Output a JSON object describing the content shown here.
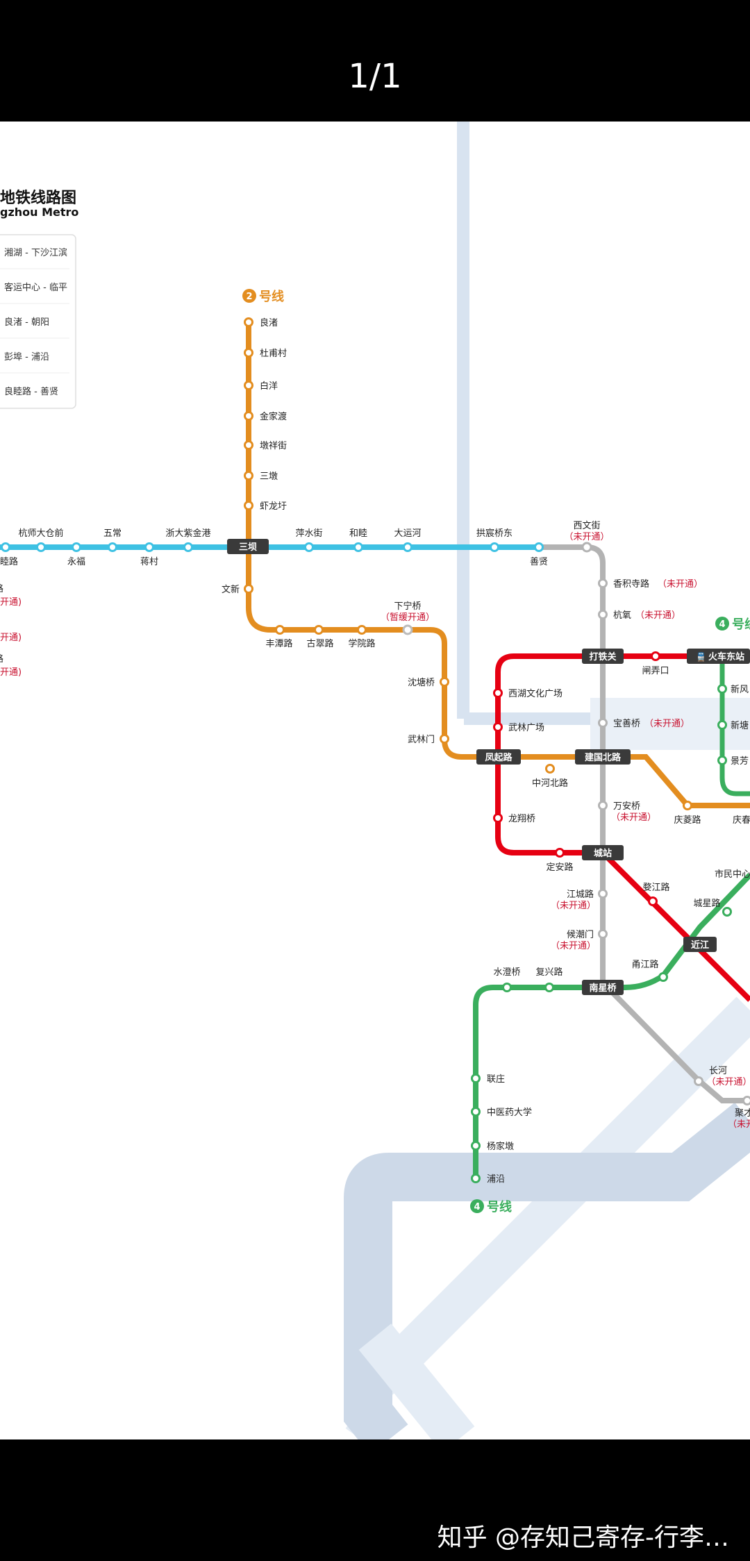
{
  "viewer": {
    "counter": "1/1"
  },
  "watermark": "知乎 @存知己寄存-行李…",
  "map": {
    "title": "地铁线路图",
    "subtitle": "gzhou Metro",
    "legend": [
      "湘湖 - 下沙江滨",
      "客运中心 - 临平",
      "良渚 - 朝阳",
      "彭埠 - 浦沿",
      "良睦路 - 善贤"
    ],
    "line2_label": "号线",
    "line4_label": "号线",
    "line2_num": "2",
    "line4_num": "4",
    "line4_num_right": "4",
    "line4_label_right": "号线",
    "stations": {
      "liangzhu": "良渚",
      "duyucun": "杜甫村",
      "baiyang": "白洋",
      "jinjiadu": "金家渡",
      "dunxiangjie": "墩祥街",
      "sandun": "三墩",
      "xialongyu": "虾龙圩",
      "hangshi": "杭师大仓前",
      "wuchang": "五常",
      "zheda": "浙大紫金港",
      "yongfu": "永福",
      "jiangcun": "蒋村",
      "sanba": "三坝",
      "pingshuijie": "萍水街",
      "hemu": "和睦",
      "dayunhe": "大运河",
      "gongchenqiao": "拱宸桥东",
      "shanxian": "善贤",
      "xiwenjie": "西文街",
      "wenxin": "文新",
      "fengtanlu": "丰潭路",
      "gucuilu": "古翠路",
      "xueyuanlu": "学院路",
      "xianingqiao": "下宁桥",
      "shentangqiao": "沈塘桥",
      "wulinmen": "武林门",
      "fengqilu": "凤起路",
      "zhonghebeilu": "中河北路",
      "jianguobeilu": "建国北路",
      "qinglinglu": "庆菱路",
      "qingchun": "庆春",
      "xiangjisi": "香积寺路",
      "hangqi": "杭氧",
      "dalieguan": "打铁关",
      "zhanongkou": "闸弄口",
      "huochedongzhan": "火车东站",
      "xihu": "西湖文化广场",
      "wulinguangchang": "武林广场",
      "baoshanqiao": "宝善桥",
      "wananqiao": "万安桥",
      "longxiangqiao": "龙翔桥",
      "dinganlu": "定安路",
      "chengzhan": "城站",
      "jiangchenglu": "江城路",
      "houchaomen": "候潮门",
      "wujianglu": "婺江路",
      "chengxinglu": "城星路",
      "shiminzhongxin": "市民中心",
      "jinjiang": "近江",
      "yongjianglu": "甬江路",
      "nanxingqiao": "南星桥",
      "shuichengqiao": "水澄桥",
      "fuxinglu": "复兴路",
      "lianzhuang": "联庄",
      "zhongyiyao": "中医药大学",
      "yangjiadun": "杨家墩",
      "puyan": "浦沿",
      "changhe": "长河",
      "jucai": "聚才",
      "xinfeng": "新风",
      "xintang": "新塘",
      "jingfang": "景芳",
      "left_a": "睦路",
      "left_b": "路",
      "left_c": "路"
    },
    "notes": {
      "not_open": "（未开通）",
      "paused": "（暂缓开通）",
      "not_open_left1": "开通)",
      "not_open_left2": "开通)",
      "not_open_left3": "开通)",
      "not_open_jucai": "（未开"
    },
    "colors": {
      "line1": "#e60012",
      "line2": "#e38d1f",
      "line4": "#3aae5d",
      "line5": "#3ec1e3",
      "line_gray": "#b3b3b3",
      "river": "#cdd9e8",
      "river_light": "#e4ecf5",
      "red_text": "#c8102e",
      "transfer_bg": "#3a3a3a"
    }
  }
}
